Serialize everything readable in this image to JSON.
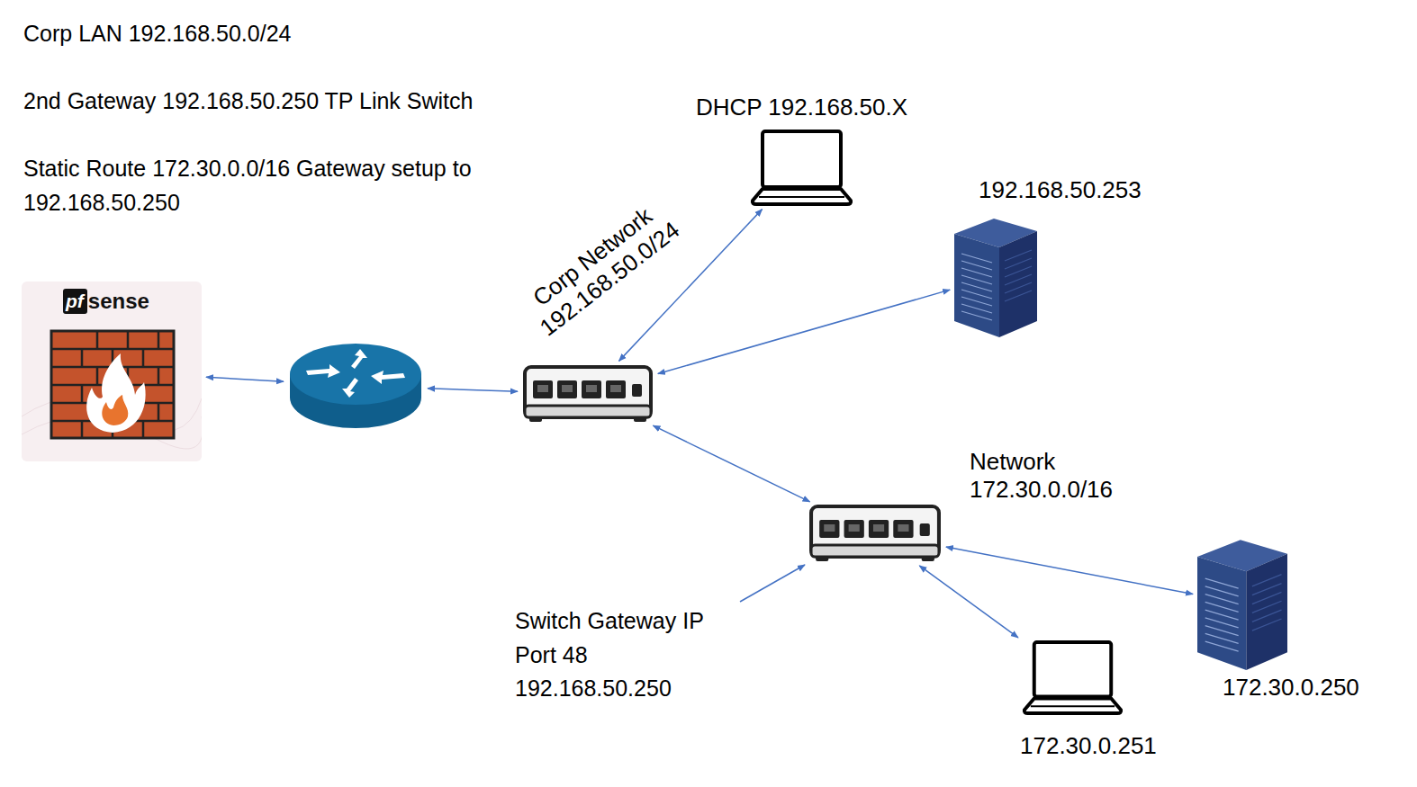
{
  "diagram": {
    "nodes": [
      {
        "text": [
          "pf",
          "sense"
        ]
      },
      {
        "text": []
      },
      {
        "text": []
      },
      {
        "text": [
          "DHCP 192.168.50.X"
        ]
      },
      {
        "text": [
          "192.168.50.253"
        ]
      },
      {
        "text": [
          "Network 172.30.0.0/16"
        ]
      },
      {
        "text": [
          "172.30.0.250"
        ]
      },
      {
        "text": [
          "172.30.0.251"
        ]
      }
    ],
    "edges": [
      {
        "from": 0,
        "to": 1,
        "arrow": "both"
      },
      {
        "from": 1,
        "to": 2,
        "arrow": "both"
      },
      {
        "from": 2,
        "to": 3,
        "arrow": "both"
      },
      {
        "from": 2,
        "to": 4,
        "arrow": "both"
      },
      {
        "from": 2,
        "to": 5,
        "arrow": "both"
      },
      {
        "from": 5,
        "to": 6,
        "arrow": "both"
      },
      {
        "from": 5,
        "to": 7,
        "arrow": "both"
      }
    ],
    "labels": [
      "Corp LAN 192.168.50.0/24",
      "2nd Gateway 192.168.50.250 TP Link Switch",
      "Static Route 172.30.0.0/16 Gateway setup to 192.168.50.250",
      "Corp Network 192.168.50.0/24",
      "Switch Gateway IP Port 48 192.168.50.250"
    ]
  }
}
